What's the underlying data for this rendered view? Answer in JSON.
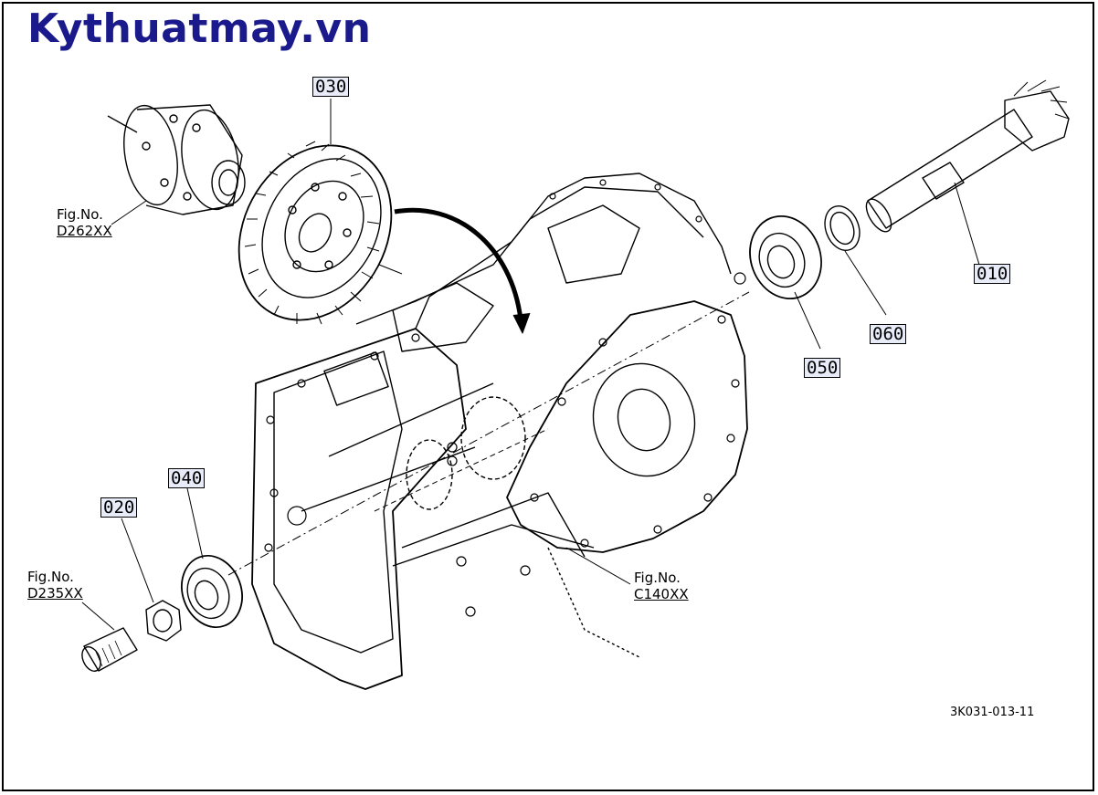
{
  "brand": {
    "text": "Kythuatmay.vn",
    "color": "#1a1a8c"
  },
  "callouts": {
    "c010": "010",
    "c020": "020",
    "c030": "030",
    "c040": "040",
    "c050": "050",
    "c060": "060"
  },
  "figure_refs": {
    "d262": {
      "prefix": "Fig.No.",
      "number": "D262XX"
    },
    "d235": {
      "prefix": "Fig.No.",
      "number": "D235XX"
    },
    "c140": {
      "prefix": "Fig.No.",
      "number": "C140XX"
    }
  },
  "drawing_code": "3K031-013-11",
  "colors": {
    "line": "#000000",
    "callout_fill": "#e8ecf8",
    "brand": "#1a1a8c"
  }
}
